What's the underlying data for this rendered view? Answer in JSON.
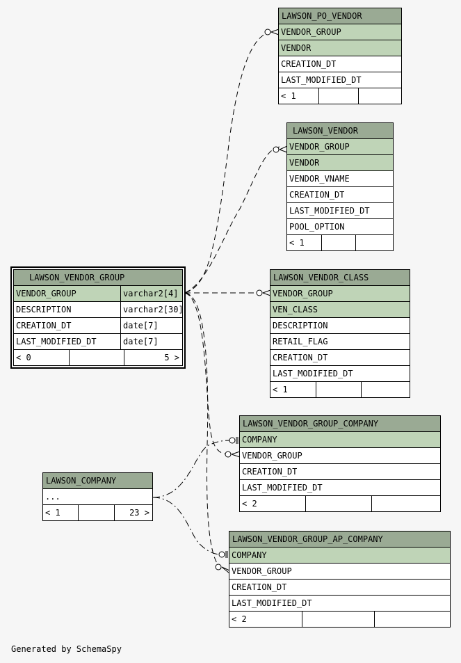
{
  "tables": {
    "lawson_po_vendor": {
      "name": "LAWSON_PO_VENDOR",
      "columns": [
        "VENDOR_GROUP",
        "VENDOR",
        "CREATION_DT",
        "LAST_MODIFIED_DT"
      ],
      "pk": [
        0,
        1
      ],
      "footer": [
        "< 1",
        "",
        ""
      ]
    },
    "lawson_vendor": {
      "name": "LAWSON_VENDOR",
      "columns": [
        "VENDOR_GROUP",
        "VENDOR",
        "VENDOR_VNAME",
        "CREATION_DT",
        "LAST_MODIFIED_DT",
        "POOL_OPTION"
      ],
      "pk": [
        0,
        1
      ],
      "footer": [
        "< 1",
        "",
        ""
      ]
    },
    "lawson_vendor_group": {
      "name": "LAWSON_VENDOR_GROUP",
      "columns": [
        {
          "name": "VENDOR_GROUP",
          "type": "varchar2[4]"
        },
        {
          "name": "DESCRIPTION",
          "type": "varchar2[30]"
        },
        {
          "name": "CREATION_DT",
          "type": "date[7]"
        },
        {
          "name": "LAST_MODIFIED_DT",
          "type": "date[7]"
        }
      ],
      "pk": [
        0
      ],
      "footer": [
        "< 0",
        "",
        "5 >"
      ]
    },
    "lawson_vendor_class": {
      "name": "LAWSON_VENDOR_CLASS",
      "columns": [
        "VENDOR_GROUP",
        "VEN_CLASS",
        "DESCRIPTION",
        "RETAIL_FLAG",
        "CREATION_DT",
        "LAST_MODIFIED_DT"
      ],
      "pk": [
        0,
        1
      ],
      "footer": [
        "< 1",
        "",
        ""
      ]
    },
    "lawson_vendor_group_company": {
      "name": "LAWSON_VENDOR_GROUP_COMPANY",
      "columns": [
        "COMPANY",
        "VENDOR_GROUP",
        "CREATION_DT",
        "LAST_MODIFIED_DT"
      ],
      "pk": [
        0
      ],
      "footer": [
        "< 2",
        "",
        ""
      ]
    },
    "lawson_company": {
      "name": "LAWSON_COMPANY",
      "columns": [
        "..."
      ],
      "pk": [],
      "footer": [
        "< 1",
        "",
        "23 >"
      ]
    },
    "lawson_vendor_group_ap_company": {
      "name": "LAWSON_VENDOR_GROUP_AP_COMPANY",
      "columns": [
        "COMPANY",
        "VENDOR_GROUP",
        "CREATION_DT",
        "LAST_MODIFIED_DT"
      ],
      "pk": [
        0
      ],
      "footer": [
        "< 2",
        "",
        ""
      ]
    }
  },
  "footer_note": "Generated by SchemaSpy"
}
